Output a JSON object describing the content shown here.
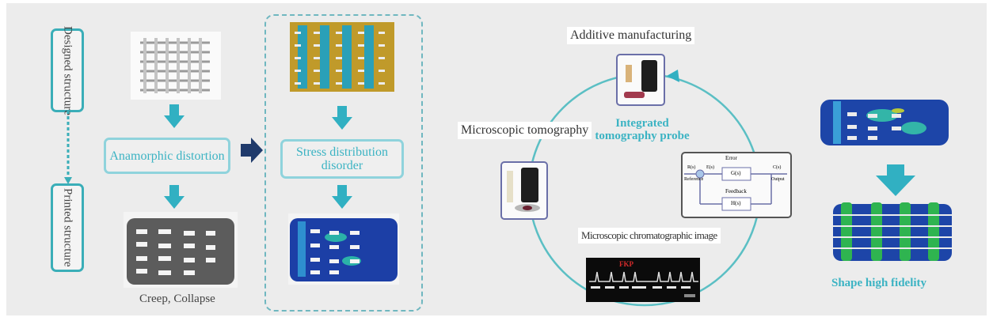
{
  "left_column": {
    "designed_label": "Designed structure",
    "printed_label": "Printed structure"
  },
  "column_a": {
    "distortion_label": "Anamorphic distortion",
    "caption": "Creep, Collapse"
  },
  "column_b": {
    "stress_label_line1": "Stress distribution",
    "stress_label_line2": "disorder"
  },
  "cycle": {
    "additive_label": "Additive manufacturing",
    "tomography_label": "Microscopic tomography",
    "probe_line1": "Integrated",
    "probe_line2": "tomography probe",
    "chromatographic_label": "Microscopic chromatographic image",
    "control": {
      "error": "Error",
      "reference": "Reference",
      "output": "Output",
      "feedback": "Feedback",
      "r": "R(s)",
      "e": "E(s)",
      "g": "G(s)",
      "c": "C(s)",
      "h": "H(s)"
    },
    "chromatogram_marker": "FKP"
  },
  "right_column": {
    "caption": "Shape high fidelity"
  },
  "colors": {
    "teal": "#3bb3c3",
    "navy_arrow": "#1f3a6b",
    "panel_bg": "#ececec"
  }
}
